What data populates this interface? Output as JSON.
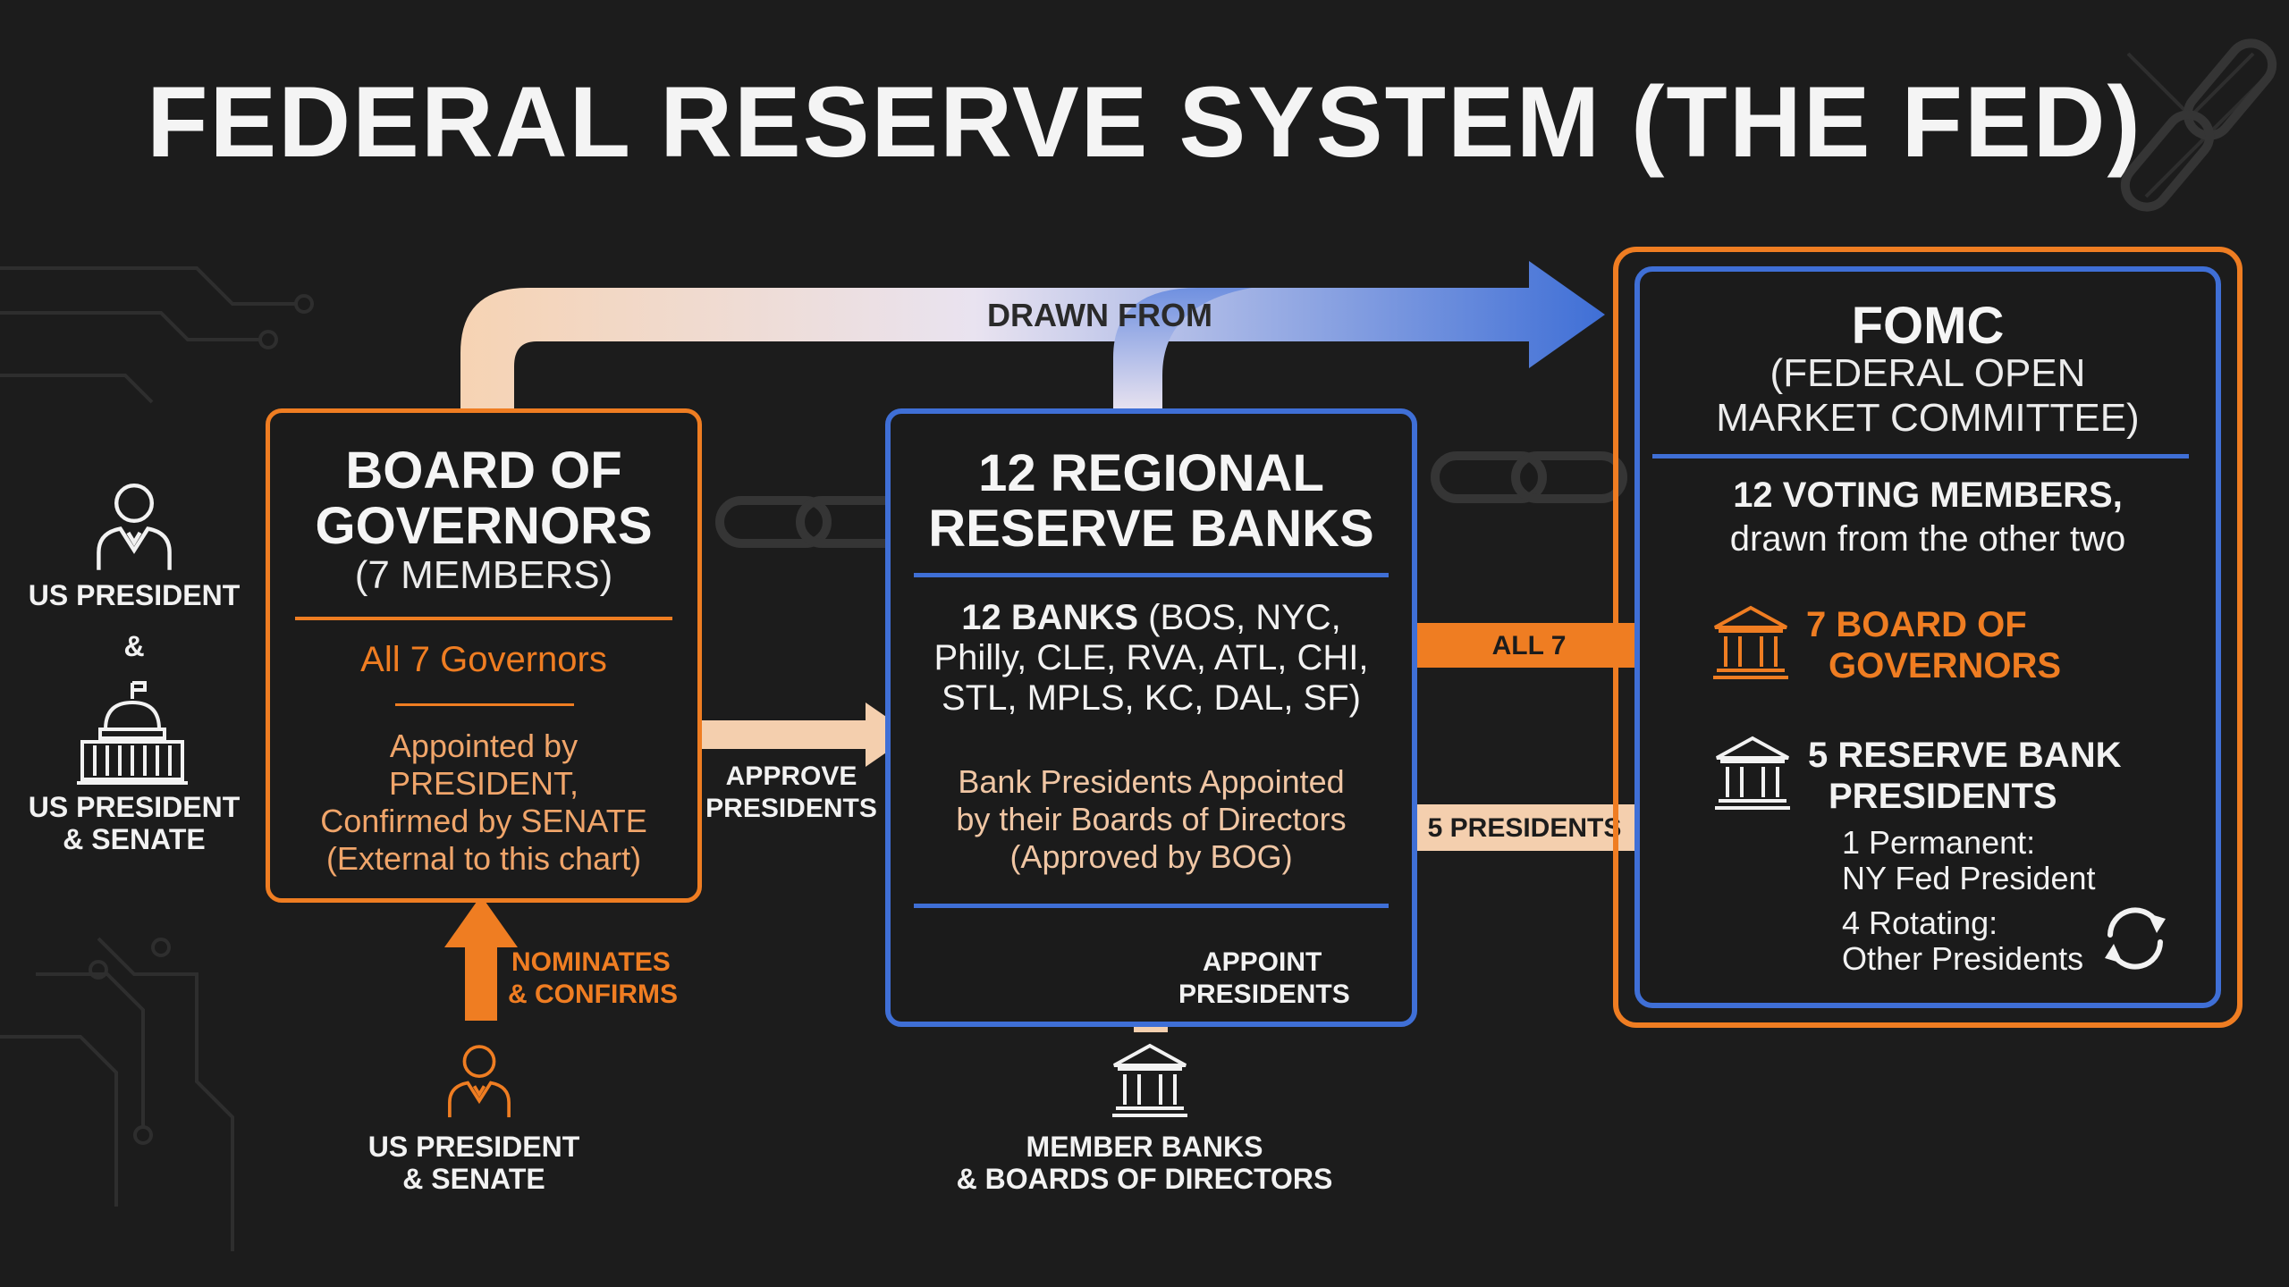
{
  "title": "FEDERAL RESERVE SYSTEM (THE FED)",
  "colors": {
    "orange": "#ef7d22",
    "blue": "#3f6fd6",
    "peach": "#f4cfae",
    "background": "#1c1c1c"
  },
  "board": {
    "title_line1": "BOARD OF",
    "title_line2": "GOVERNORS",
    "subtitle": "(7 MEMBERS)",
    "all_governors": "All 7 Governors",
    "appointed_line1": "Appointed by",
    "appointed_line2": "PRESIDENT,",
    "appointed_line3": "Confirmed by SENATE",
    "appointed_line4": "(External to this chart)"
  },
  "regional": {
    "title_line1": "12 REGIONAL",
    "title_line2": "RESERVE BANKS",
    "banks_bold": "12 BANKS",
    "banks_line1_rest": " (BOS, NYC,",
    "banks_line2": "Philly, CLE, RVA, ATL, CHI,",
    "banks_line3": "STL, MPLS, KC, DAL, SF)",
    "presidents_line1": "Bank Presidents Appointed",
    "presidents_line2": "by their Boards of Directors",
    "presidents_line3": "(Approved by BOG)"
  },
  "fomc": {
    "title": "FOMC",
    "full_line1": "(FEDERAL OPEN",
    "full_line2": "MARKET COMMITTEE)",
    "voting_bold": "12 VOTING MEMBERS,",
    "voting_sub": "drawn from the other two",
    "gov_line1": "7 BOARD OF",
    "gov_line2": "GOVERNORS",
    "pres_line1": "5 RESERVE BANK",
    "pres_line2": "PRESIDENTS",
    "permanent_line1": "1 Permanent:",
    "permanent_line2": "NY Fed President",
    "rotating_line1": "4 Rotating:",
    "rotating_line2": "Other Presidents"
  },
  "left_side": {
    "president_label": "US PRESIDENT",
    "ampersand": "&",
    "senate_line1": "US PRESIDENT",
    "senate_line2": "& SENATE"
  },
  "bottom_left": {
    "arrow_line1": "NOMINATES",
    "arrow_line2": "& CONFIRMS",
    "label_line1": "US PRESIDENT",
    "label_line2": "& SENATE"
  },
  "bottom_mid": {
    "arrow_line1": "APPOINT",
    "arrow_line2": "PRESIDENTS",
    "label_line1": "MEMBER BANKS",
    "label_line2": "& BOARDS OF DIRECTORS"
  },
  "arrows": {
    "drawn_from": "DRAWN FROM",
    "approve_line1": "APPROVE",
    "approve_line2": "PRESIDENTS",
    "all7": "ALL 7",
    "five_presidents": "5 PRESIDENTS"
  },
  "icons": [
    "person-icon",
    "capitol-icon",
    "bank-building-icon",
    "rotate-icon"
  ]
}
